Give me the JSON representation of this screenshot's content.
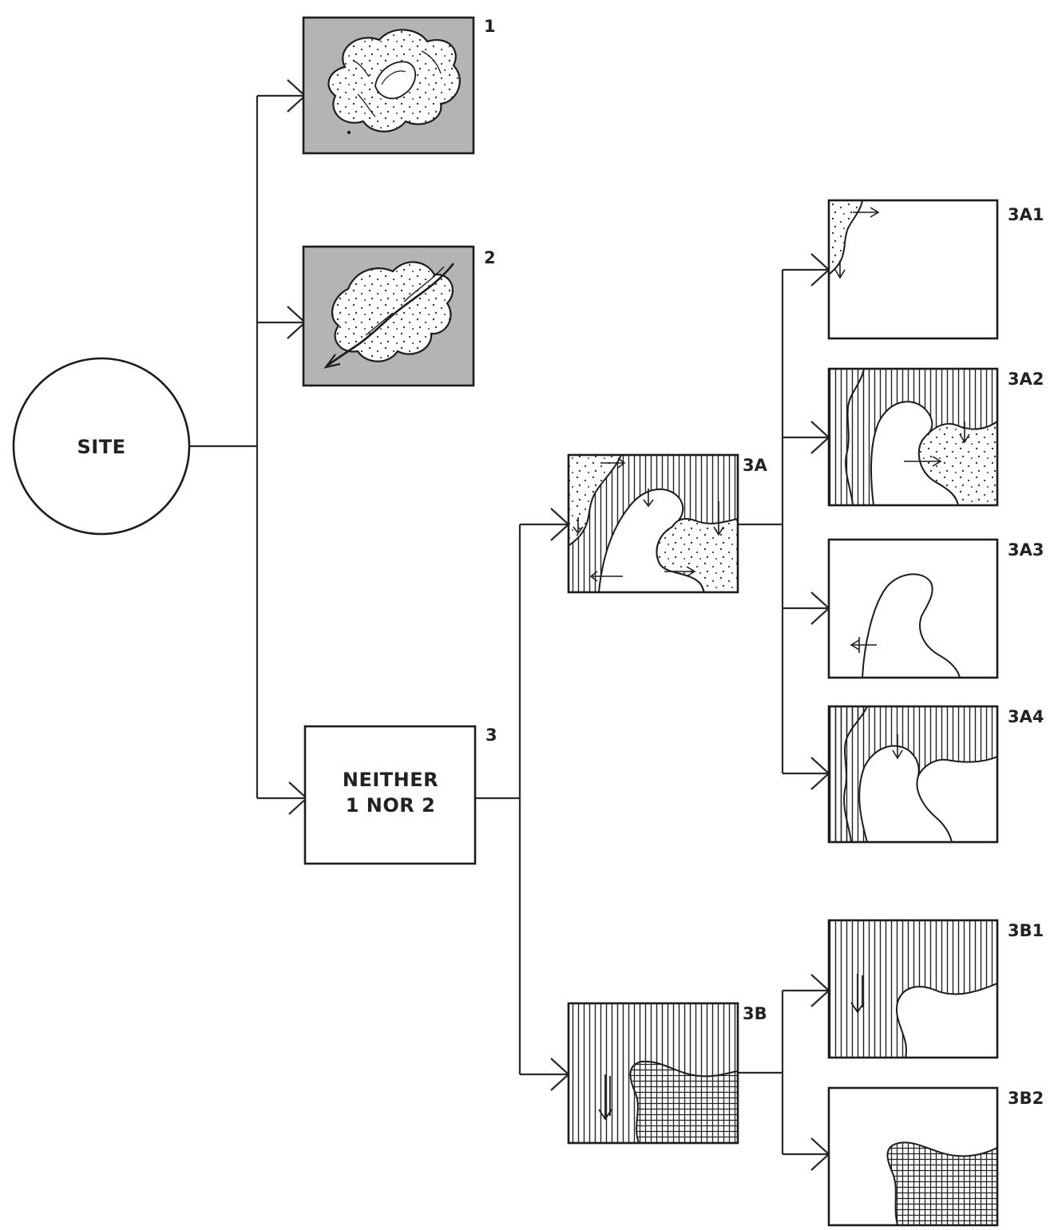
{
  "site_label": "SITE",
  "box3_lines": [
    "NEITHER",
    "1 NOR 2"
  ],
  "labels": {
    "n1": "1",
    "n2": "2",
    "n3": "3",
    "n3a": "3A",
    "n3a1": "3A1",
    "n3a2": "3A2",
    "n3a3": "3A3",
    "n3a4": "3A4",
    "n3b": "3B",
    "n3b1": "3B1",
    "n3b2": "3B2"
  },
  "colors": {
    "ink": "#1c1c1c",
    "gray_fill": "#b4b4b4",
    "paper": "#ffffff"
  }
}
